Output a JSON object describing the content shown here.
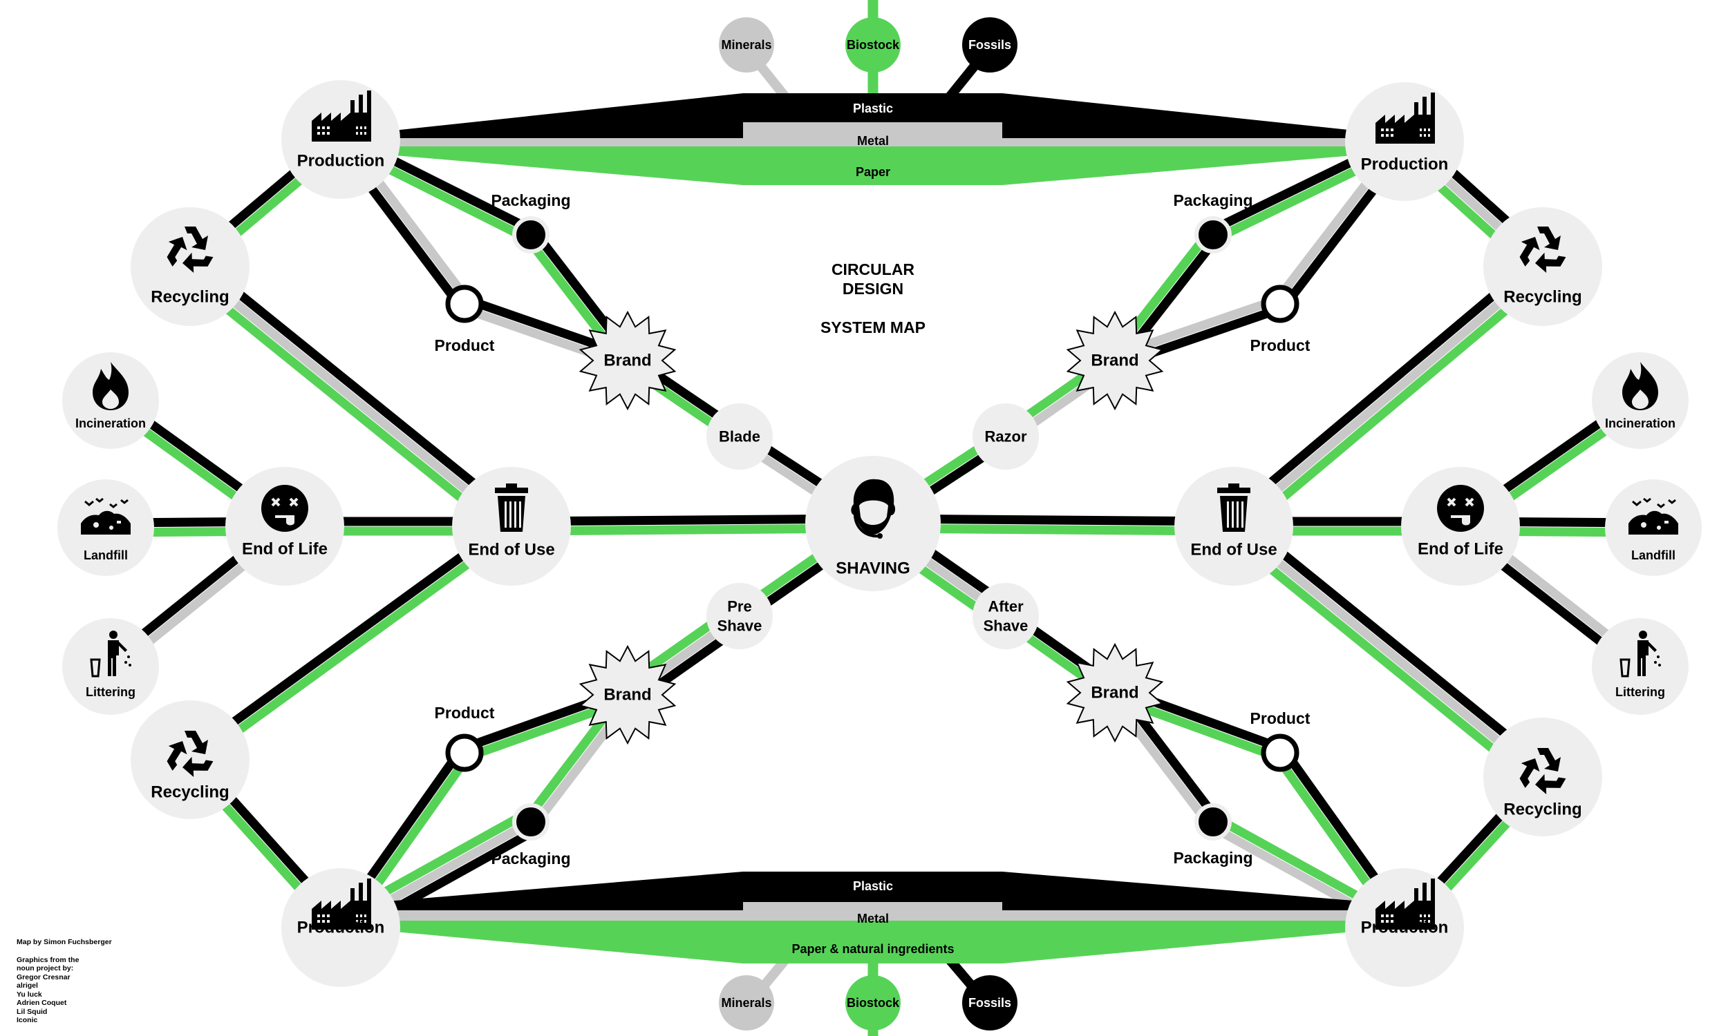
{
  "title": {
    "line1": "CIRCULAR",
    "line2": "DESIGN",
    "line3": "SYSTEM MAP"
  },
  "center": {
    "label": "SHAVING",
    "icon": "man-headset-icon"
  },
  "colors": {
    "plastic": "#000000",
    "metal": "#c8c8c8",
    "paper": "#56d357",
    "node": "#eeeeee"
  },
  "sources": {
    "minerals": "Minerals",
    "biostock": "Biostock",
    "fossils": "Fossils"
  },
  "top_band": {
    "plastic": "Plastic",
    "metal": "Metal",
    "paper": "Paper"
  },
  "bottom_band": {
    "plastic": "Plastic",
    "metal": "Metal",
    "paper": "Paper & natural ingredients"
  },
  "labels": {
    "production": "Production",
    "recycling": "Recycling",
    "packaging": "Packaging",
    "product": "Product",
    "brand": "Brand",
    "blade": "Blade",
    "razor": "Razor",
    "pre_shave": "Pre Shave",
    "after_shave": "After Shave",
    "incineration": "Incineration",
    "landfill": "Landfill",
    "littering": "Littering",
    "end_of_life": "End of Life",
    "end_of_use": "End of Use"
  },
  "credits": {
    "map_by": "Map by Simon Fuchsberger",
    "graphics_intro": [
      "Graphics from the",
      "noun project by:"
    ],
    "graphics_authors": [
      "Gregor Cresnar",
      "alrigel",
      "Yu luck",
      "Adrien Coquet",
      "Lil Squid",
      "Iconic"
    ]
  }
}
